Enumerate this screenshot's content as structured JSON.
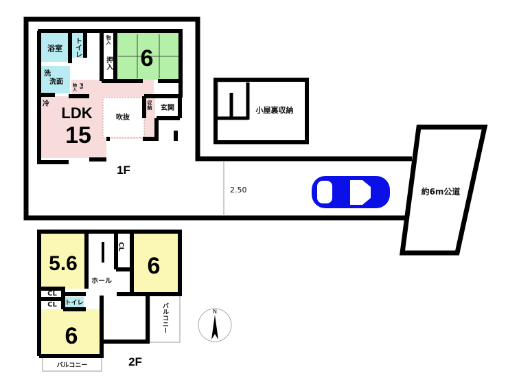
{
  "colors": {
    "wet": "#b8ecf2",
    "washitsu": "#b5f0a8",
    "ldk": "#f8dcdc",
    "bedroom": "#fbf7b4",
    "car": "#0c10e8",
    "wall": "#000000"
  },
  "floor1": {
    "label": "1F",
    "rooms": {
      "bath": "浴室",
      "toilet": "トイレ",
      "closet_top": "物入",
      "oshiire": "押入",
      "washitsu": "6",
      "wash1": "洗",
      "wash2": "洗面",
      "storage_small": "物入",
      "ps": "PS",
      "fridge": "冷",
      "ldk_label": "LDK",
      "ldk_size": "15",
      "void": "吹抜",
      "shuno": "収納",
      "genkan": "玄関"
    }
  },
  "attic": {
    "label": "小屋裏収納"
  },
  "site": {
    "driveway_width": "2.50",
    "road": "約6m公道"
  },
  "floor2": {
    "label": "2F",
    "rooms": {
      "bed1": "5.6",
      "bed2": "6",
      "bed3": "6",
      "hall": "ホール",
      "cl_right": "CL",
      "cl_left1": "CL",
      "cl_left2": "CL",
      "toilet": "トイレ",
      "balcony_right": "バルコニー",
      "balcony_bottom": "バルコニー"
    }
  },
  "compass": {
    "north": "N"
  }
}
